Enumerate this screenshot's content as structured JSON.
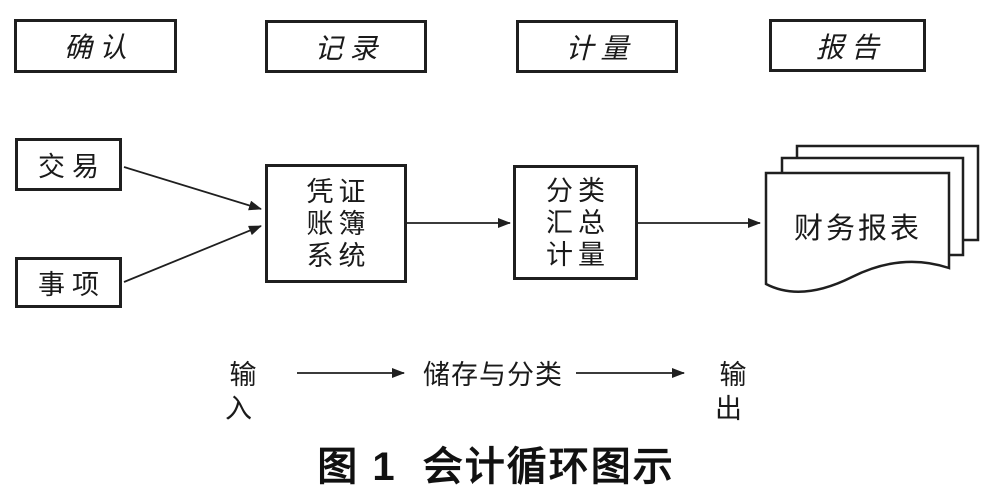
{
  "diagram": {
    "title_caption": "图 1  会计循环图示",
    "stage_headers": [
      {
        "label": "确认"
      },
      {
        "label": "记录"
      },
      {
        "label": "计量"
      },
      {
        "label": "报告"
      }
    ],
    "nodes": {
      "transaction": "交易",
      "event": "事项",
      "voucher_system_lines": [
        "凭证",
        "账簿",
        "系统"
      ],
      "classify_lines": [
        "分类",
        "汇总",
        "计量"
      ],
      "financial_statements": "财务报表"
    },
    "bottom_flow": {
      "input": "输入",
      "storage": "储存与分类",
      "output": "输出"
    },
    "icons": {
      "document_stack": "stacked-pages-with-wavy-bottom",
      "arrow": "right-arrowhead"
    },
    "colors": {
      "background": "#ffffff",
      "line": "#1f1f1f",
      "text": "#1a1a1a"
    }
  }
}
